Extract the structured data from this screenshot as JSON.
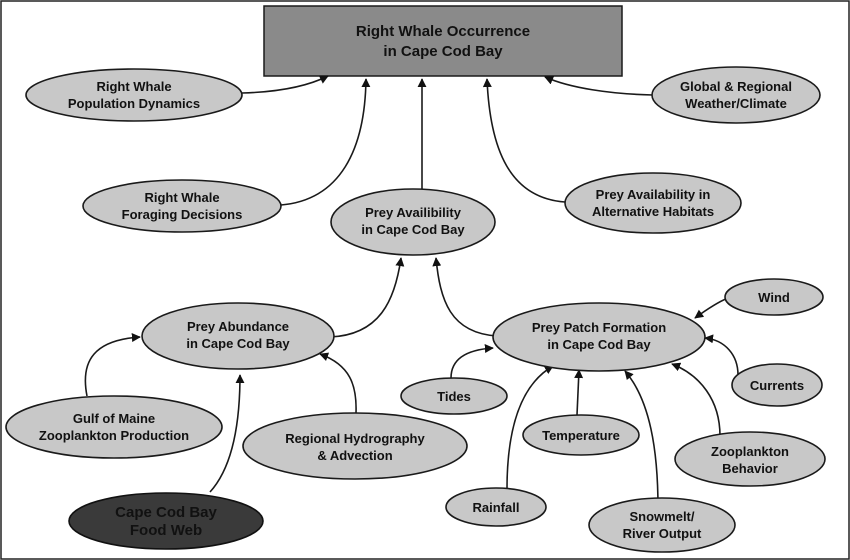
{
  "title": {
    "line1": "Right Whale Occurrence",
    "line2": "in Cape Cod Bay"
  },
  "nodes": {
    "population_dynamics": {
      "line1": "Right Whale",
      "line2": "Population Dynamics"
    },
    "weather_climate": {
      "line1": "Global & Regional",
      "line2": "Weather/Climate"
    },
    "foraging_decisions": {
      "line1": "Right Whale",
      "line2": "Foraging Decisions"
    },
    "prey_availability": {
      "line1": "Prey Availibility",
      "line2": "in Cape Cod Bay"
    },
    "alternative_habitats": {
      "line1": "Prey Availability in",
      "line2": "Alternative Habitats"
    },
    "prey_abundance": {
      "line1": "Prey Abundance",
      "line2": "in Cape Cod Bay"
    },
    "patch_formation": {
      "line1": "Prey Patch Formation",
      "line2": "in Cape Cod Bay"
    },
    "wind": {
      "line1": "Wind"
    },
    "tides": {
      "line1": "Tides"
    },
    "currents": {
      "line1": "Currents"
    },
    "gulf_of_maine": {
      "line1": "Gulf of Maine",
      "line2": "Zooplankton Production"
    },
    "regional_hydrography": {
      "line1": "Regional Hydrography",
      "line2": "& Advection"
    },
    "temperature": {
      "line1": "Temperature"
    },
    "zooplankton_behavior": {
      "line1": "Zooplankton",
      "line2": "Behavior"
    },
    "cape_cod_food_web": {
      "line1": "Cape Cod Bay",
      "line2": "Food Web"
    },
    "rainfall": {
      "line1": "Rainfall"
    },
    "snowmelt": {
      "line1": "Snowmelt/",
      "line2": "River Output"
    }
  },
  "colors": {
    "title_fill": "#8a8a8a",
    "node_fill": "#c8c8c8",
    "dark_node_fill": "#3a3a3a",
    "stroke": "#1a1a1a"
  }
}
